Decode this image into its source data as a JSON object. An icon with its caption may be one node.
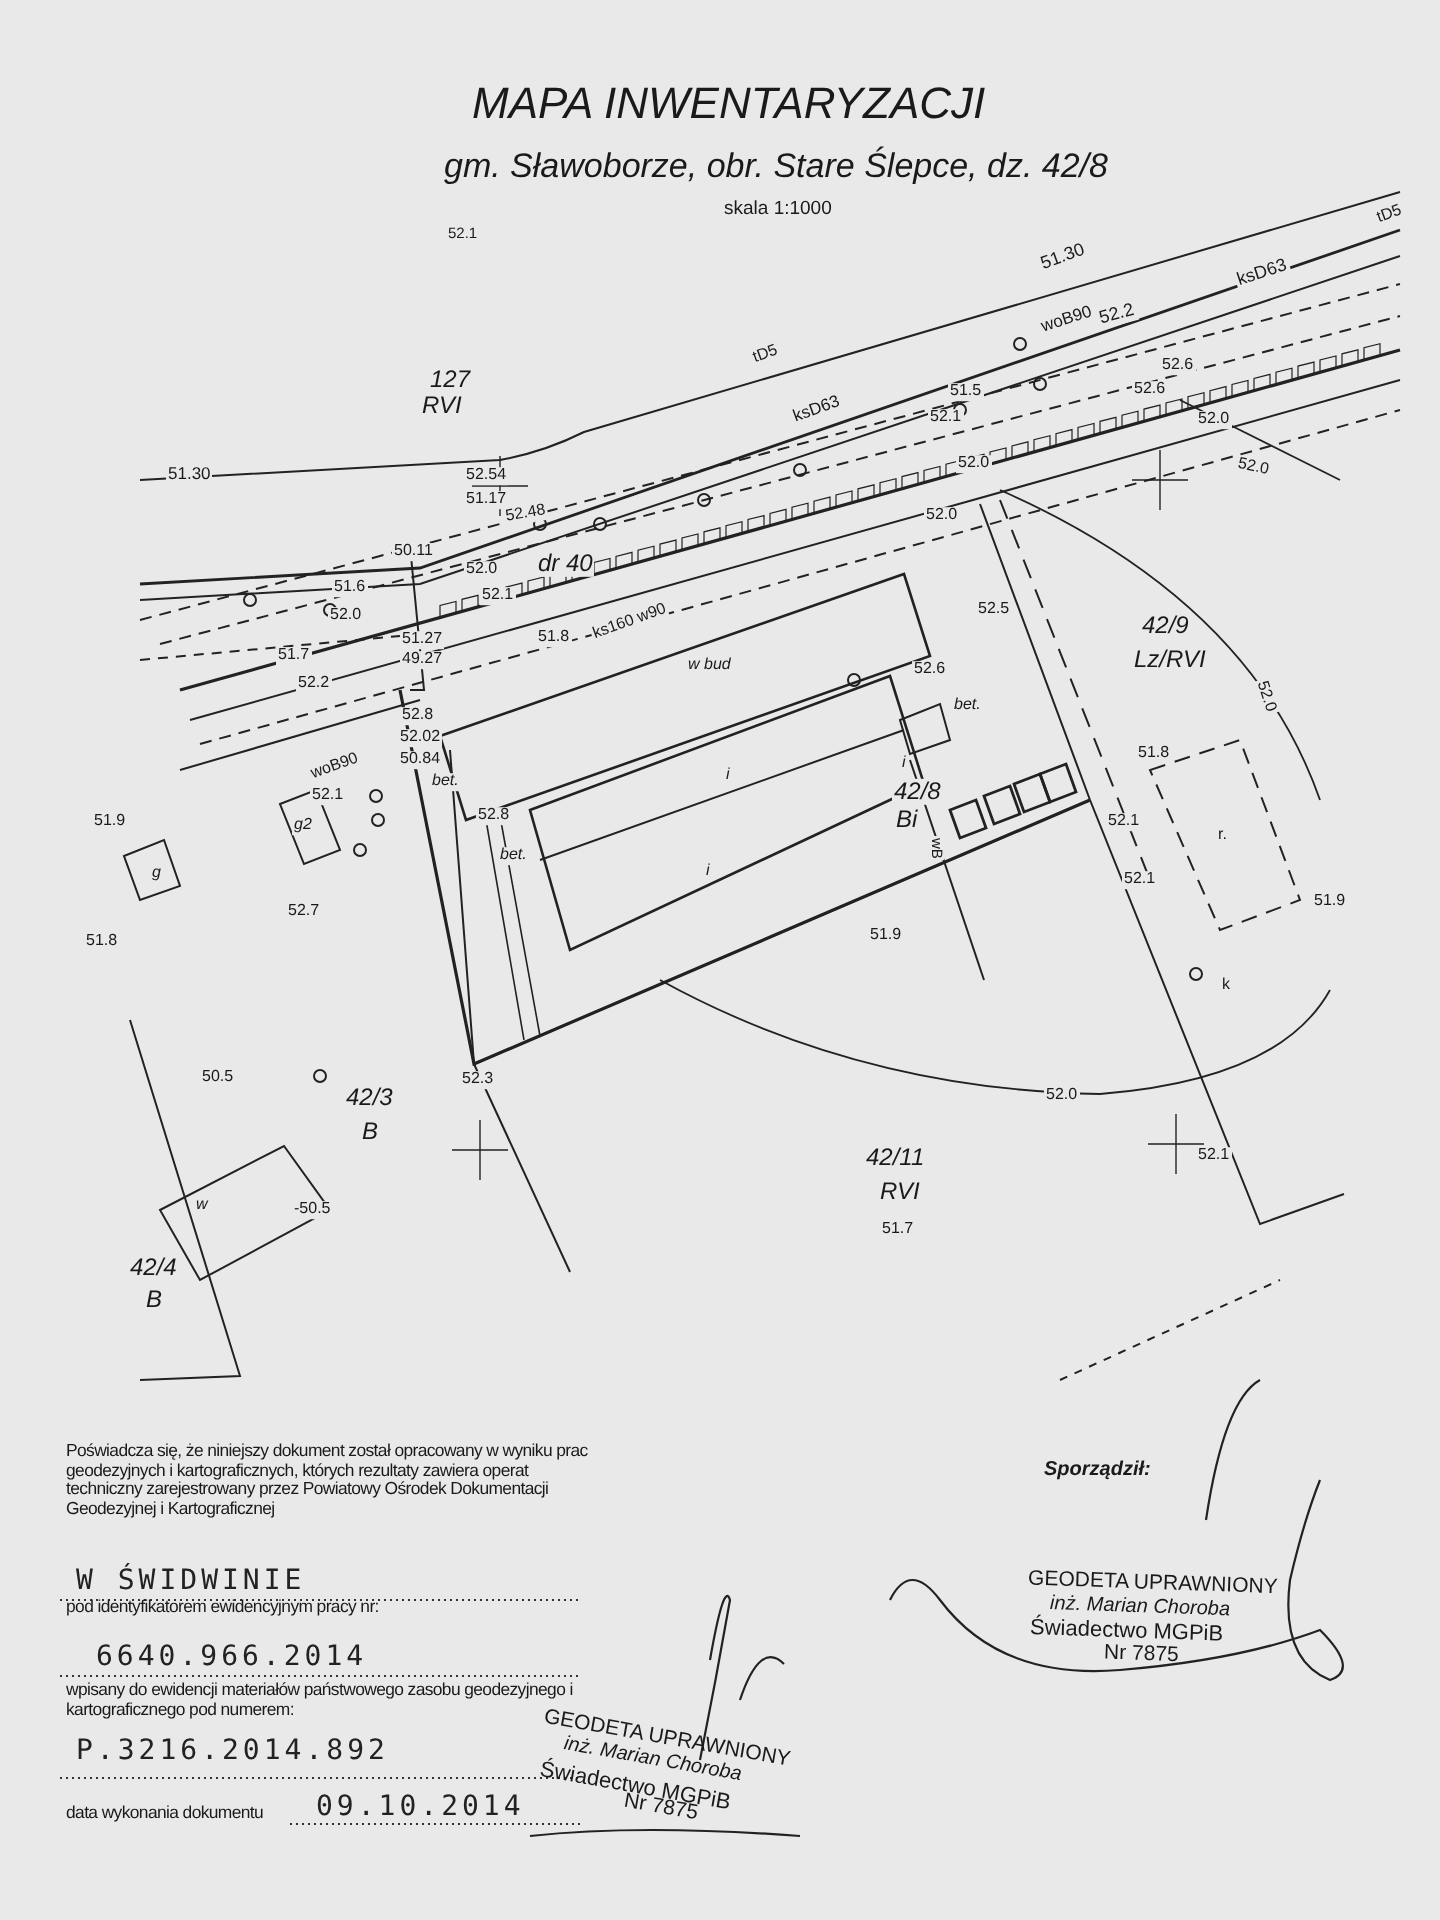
{
  "diagram": {
    "title": "MAPA INWENTARYZACJI",
    "labels": [
      "gm. Sławoborze, obr. Stare Ślepce, dz. 42/8",
      "skala 1:1000",
      "tD5",
      "51.30",
      "ksD63",
      "woB90",
      "52.2",
      "52.1",
      "127",
      "RVI",
      "tD5",
      "ksD63",
      "51.30",
      "52.6",
      "52.6",
      "51.5",
      "52.1",
      "52.0",
      "52.0",
      "52.0",
      "52.0",
      "52.54",
      "51.17",
      "52.48",
      "50.11",
      "52.0",
      "dr 40",
      "52.1",
      "51.6",
      "52.0",
      "ks160 w90",
      "51.8",
      "51.27",
      "49.27",
      "51.7",
      "52.2",
      "52.8",
      "52.02",
      "50.84",
      "w bud",
      "woB90",
      "52.1",
      "bet.",
      "52.8",
      "bet.",
      "i",
      "i",
      "i",
      "42/8",
      "Bi",
      "wB",
      "52.5",
      "52.6",
      "bet.",
      "42/9",
      "Lz/RVI",
      "52.0",
      "51.8",
      "r.",
      "51.9",
      "52.1",
      "52.1",
      "k",
      "52.0",
      "52.1",
      "51.9",
      "g",
      "g2",
      "52.7",
      "51.8",
      "51.9",
      "52.3",
      "50.5",
      "42/3",
      "B",
      "w",
      "-50.5",
      "42/4",
      "B",
      "42/11",
      "RVI",
      "51.7",
      "Poświadcza się, że niniejszy dokument został opracowany w wyniku prac geodezyjnych i kartograficznych, których rezultaty zawiera operat techniczny zarejestrowany przez Powiatowy Ośrodek Dokumentacji Geodezyjnej i Kartograficznej",
      "W ŚWIDWINIE",
      "pod identyfikatorem ewidencyjnym pracy nr:",
      "6640.966.2014",
      "wpisany do ewidencji materiałów państwowego zasobu geodezyjnego i kartograficznego pod numerem:",
      "P.3216.2014.892",
      "data wykonania dokumentu",
      "09.10.2014",
      "GEODETA UPRAWNIONY",
      "inż. Marian Choroba",
      "Świadectwo MGPiB",
      "Nr 7875",
      "Sporządził:",
      "GEODETA UPRAWNIONY",
      "inż. Marian Choroba",
      "Świadectwo MGPiB",
      "Nr 7875"
    ]
  }
}
